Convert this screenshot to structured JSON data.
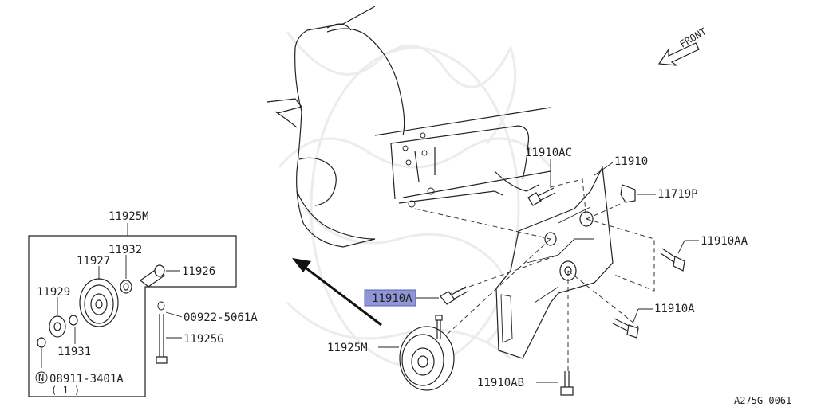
{
  "diagram": {
    "direction_label": "FRONT",
    "figure_code": "A275G 0061",
    "highlighted_part": "11910A",
    "labels": {
      "p11925M_box": "11925M",
      "p11932": "11932",
      "p11927": "11927",
      "p11926": "11926",
      "p11929": "11929",
      "p00922": "00922-5061A",
      "p11931": "11931",
      "p11925G": "11925G",
      "n_mark": "N",
      "p08911": "08911-3401A",
      "qty": "( 1 )",
      "p11910AC": "11910AC",
      "p11910": "11910",
      "p11719P": "11719P",
      "p11910AA": "11910AA",
      "p11910A_hl": "11910A",
      "p11910A": "11910A",
      "p11925M": "11925M",
      "p11910AB": "11910AB"
    }
  }
}
